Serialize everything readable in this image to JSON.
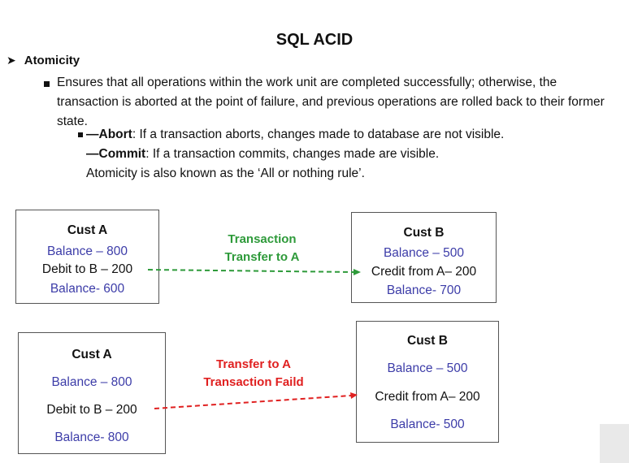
{
  "title": "SQL ACID",
  "section": {
    "heading": "Atomicity",
    "bullet": "Ensures that all operations within the work unit are completed successfully; otherwise, the transaction is aborted at the point of failure, and previous operations are rolled back to their former state.",
    "abort_key": "—Abort",
    "abort_text": ": If a transaction aborts, changes made to database are not visible.",
    "commit_key": "—Commit",
    "commit_text": ": If a transaction commits, changes made are visible.",
    "note": "Atomicity is also known as the ‘All or nothing rule’."
  },
  "success": {
    "a": {
      "title": "Cust A",
      "balance_before": "Balance – 800",
      "debit": "Debit to B – 200",
      "balance_after": "Balance- 600"
    },
    "label_line1": "Transaction",
    "label_line2": "Transfer to A",
    "b": {
      "title": "Cust B",
      "balance_before": "Balance – 500",
      "credit": "Credit from A– 200",
      "balance_after": "Balance- 700"
    }
  },
  "failure": {
    "a": {
      "title": "Cust A",
      "balance_before": "Balance – 800",
      "debit": "Debit to B – 200",
      "balance_after": "Balance- 800"
    },
    "label_line1": "Transfer to A",
    "label_line2": "Transaction Faild",
    "b": {
      "title": "Cust B",
      "balance_before": "Balance – 500",
      "credit": "Credit from A– 200",
      "balance_after": "Balance- 500"
    }
  },
  "colors": {
    "success_arrow": "#2e9a3a",
    "failure_arrow": "#e02020",
    "balance_text": "#3c3ca8"
  }
}
